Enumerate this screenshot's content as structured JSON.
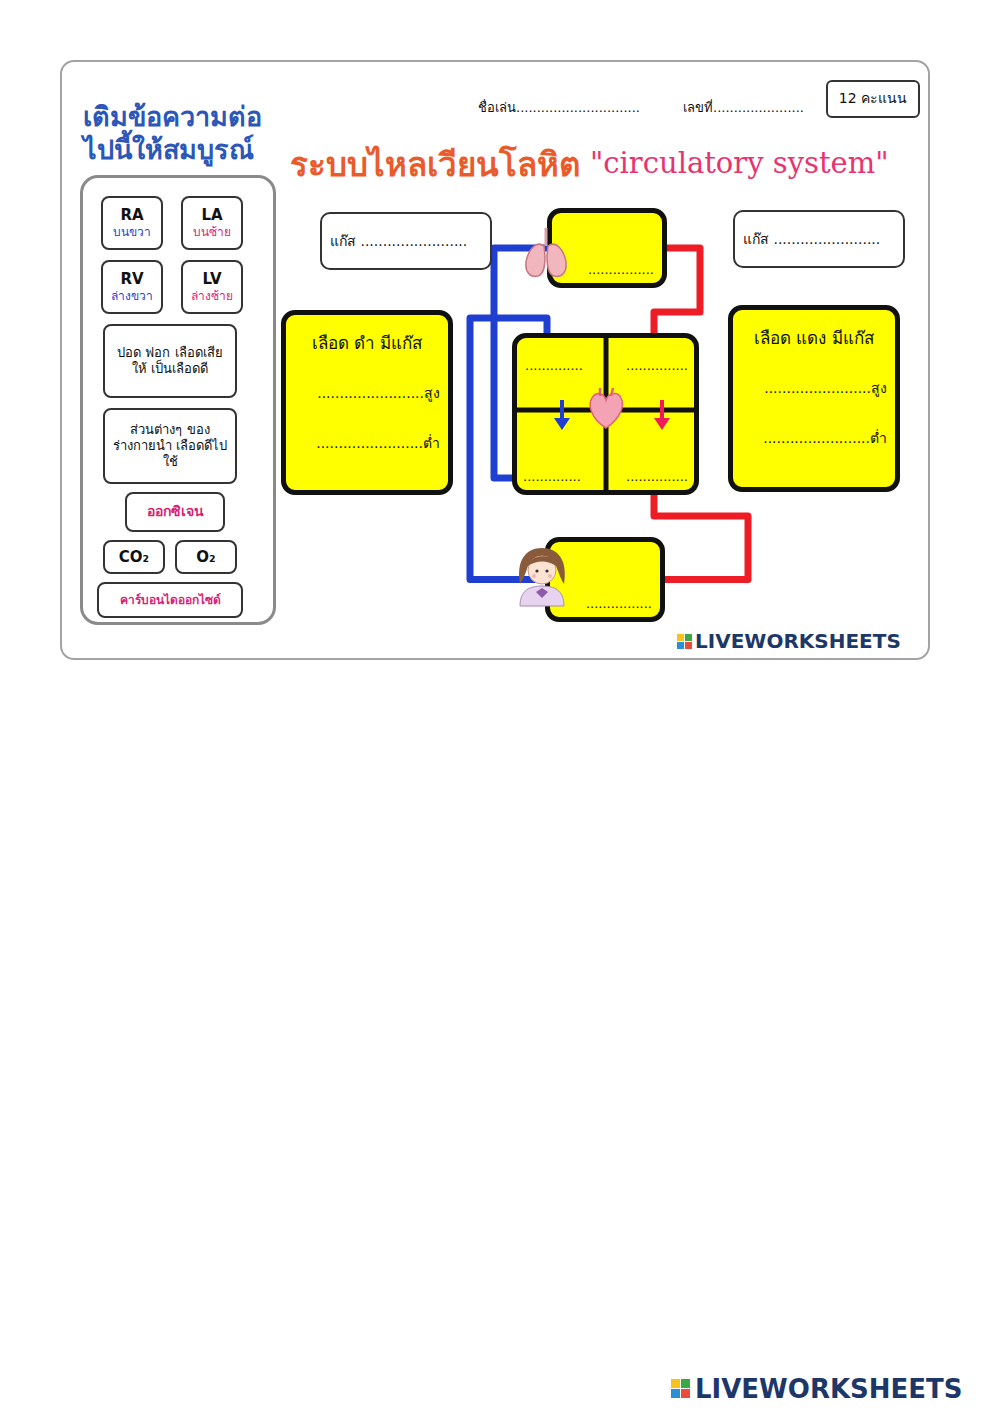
{
  "diagram": {
    "title": "ระบบไหลเวียนโลหิต",
    "nodes": [
      {
        "text": [
          "เติมข้อความต่อไปนี้ให้สมบูรณ์"
        ]
      },
      {
        "text": [
          "RA",
          "บนขวา"
        ],
        "in": 0
      },
      {
        "text": [
          "LA",
          "บนซ้าย"
        ],
        "in": 0
      },
      {
        "text": [
          "RV",
          "ล่างขวา"
        ],
        "in": 0
      },
      {
        "text": [
          "LV",
          "ล่างซ้าย"
        ],
        "in": 0
      },
      {
        "text": [
          "ปอด ฟอก เลือดเสียให้ เป็นเลือดดี"
        ],
        "in": 0
      },
      {
        "text": [
          "ส่วนต่างๆ ของร่างกายนำ เลือดดีไปใช้"
        ],
        "in": 0
      },
      {
        "text": [
          "ออกซิเจน"
        ],
        "in": 0
      },
      {
        "text": [
          "CO₂"
        ],
        "in": 0
      },
      {
        "text": [
          "O₂"
        ],
        "in": 0
      },
      {
        "text": [
          "คาร์บอนไดออกไซด์"
        ],
        "in": 0
      },
      {
        "text": [
          "12 คะแนน"
        ]
      },
      {
        "text": [
          "แก๊ส ........................"
        ]
      },
      {
        "text": [
          "................"
        ]
      },
      {
        "text": [
          "แก๊ส ........................"
        ]
      },
      {
        "text": [
          "เลือด ดำ มีแก๊ส",
          "........................สูง",
          "........................ต่ำ"
        ]
      },
      {
        "text": []
      },
      {
        "text": [
          ".............."
        ],
        "in": 16
      },
      {
        "text": [
          "..............."
        ],
        "in": 16
      },
      {
        "text": [
          ".............."
        ],
        "in": 16
      },
      {
        "text": [
          "..............."
        ],
        "in": 16
      },
      {
        "text": [
          "เลือด แดง มีแก๊ส",
          "........................สูง",
          "........................ต่ำ"
        ]
      },
      {
        "text": [
          "................"
        ]
      }
    ],
    "edges": [
      {
        "from": 22,
        "to": 17,
        "arrow": "none"
      },
      {
        "from": 19,
        "to": 13,
        "arrow": "none"
      },
      {
        "from": 13,
        "to": 18,
        "arrow": "none"
      },
      {
        "from": 20,
        "to": 22,
        "arrow": "none"
      }
    ],
    "labels": [
      "ชื่อเล่น..............................",
      "เลขที่......................",
      "\"circulatory system\"",
      "LIVEWORKSHEETS",
      "LIVEWORKSHEETS"
    ]
  }
}
